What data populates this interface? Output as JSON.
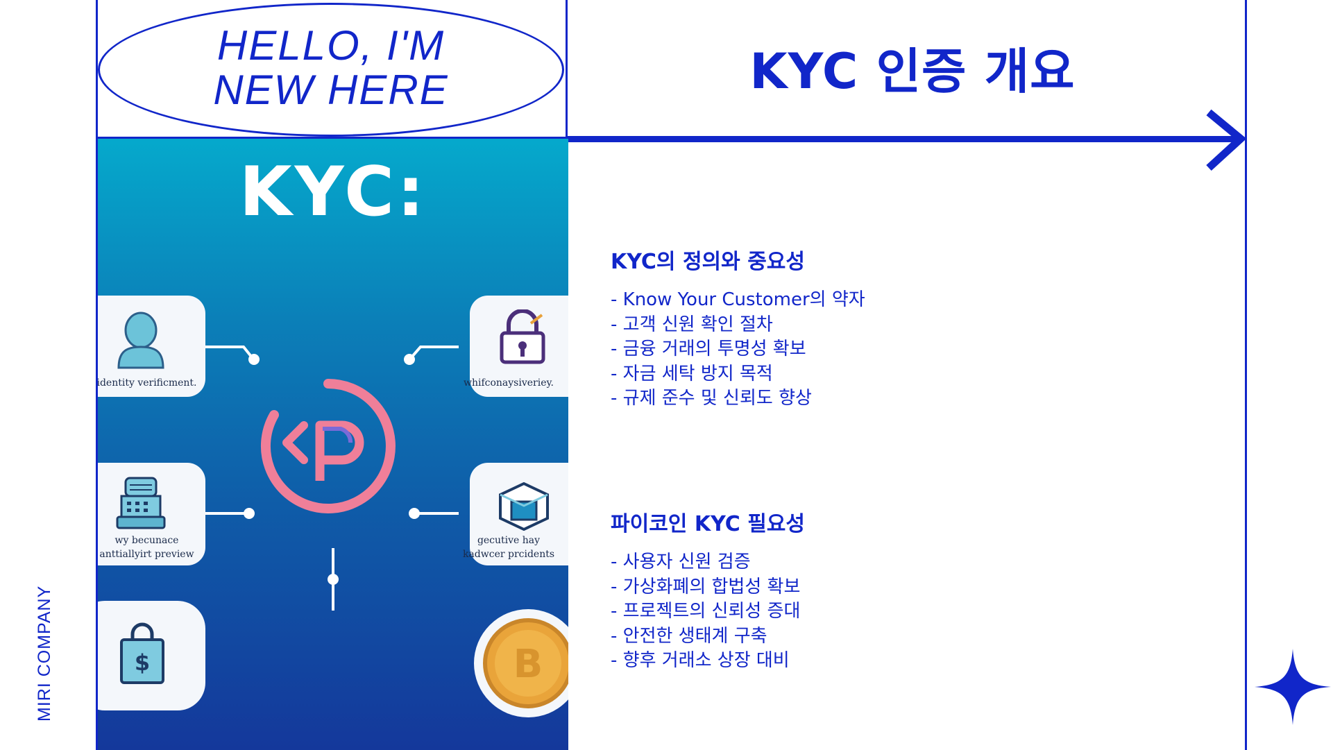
{
  "brand": "MIRI COMPANY",
  "badge": {
    "line1": "HELLO, I'M",
    "line2": "NEW HERE"
  },
  "title": "KYC 인증 개요",
  "illustration": {
    "heading": "KYC:",
    "cards": [
      {
        "caption": "identity verificment."
      },
      {
        "caption": "whifconaysiveriey."
      },
      {
        "caption": "wy becunace\nanttiallyirt preview"
      },
      {
        "caption": "gecutive hay\nkadwcer prcidents"
      }
    ]
  },
  "sections": [
    {
      "heading": "KYC의 정의와 중요성",
      "items": [
        "- Know Your Customer의 약자",
        "- 고객 신원 확인 절차",
        "- 금융 거래의 투명성 확보",
        "- 자금 세탁 방지 목적",
        "- 규제 준수 및 신뢰도 향상"
      ]
    },
    {
      "heading": "파이코인 KYC 필요성",
      "items": [
        "- 사용자 신원 검증",
        "- 가상화폐의 합법성 확보",
        "- 프로젝트의 신뢰성 증대",
        "- 안전한 생태계 구축",
        "- 향후 거래소 상장 대비"
      ]
    }
  ],
  "colors": {
    "accent": "#1126c9",
    "logo_pink": "#ef7f99"
  },
  "icons": [
    "person-icon",
    "padlock-icon",
    "cash-register-icon",
    "box-icon",
    "shopping-bag-icon",
    "bitcoin-coin-icon",
    "pi-logo-icon",
    "arrow-right-icon",
    "sparkle-star-icon"
  ]
}
